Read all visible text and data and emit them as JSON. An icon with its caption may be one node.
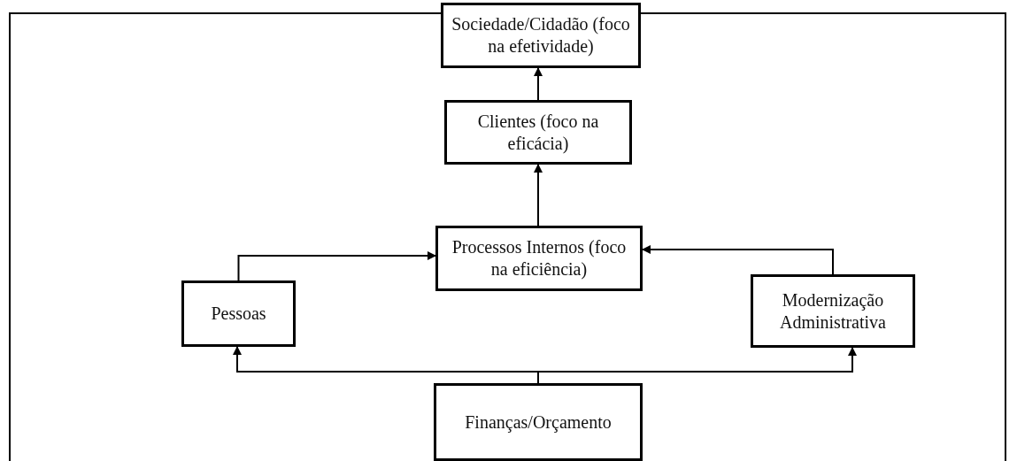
{
  "diagram": {
    "nodes": [
      {
        "text": [
          "Sociedade/Cidadão (foco na efetividade)"
        ]
      },
      {
        "text": [
          "Clientes (foco na eficácia)"
        ]
      },
      {
        "text": [
          "Processos Internos (foco na eficiência)"
        ]
      },
      {
        "text": [
          "Pessoas"
        ]
      },
      {
        "text": [
          "Modernização Administrativa"
        ]
      },
      {
        "text": [
          "Finanças/Orçamento"
        ]
      }
    ],
    "edges": [
      {
        "from": 1,
        "to": 0,
        "arrow": "to"
      },
      {
        "from": 2,
        "to": 1,
        "arrow": "to"
      },
      {
        "from": 3,
        "to": 2,
        "arrow": "to"
      },
      {
        "from": 4,
        "to": 2,
        "arrow": "to"
      },
      {
        "from": 5,
        "to": 3,
        "arrow": "to"
      },
      {
        "from": 5,
        "to": 4,
        "arrow": "to"
      }
    ]
  }
}
